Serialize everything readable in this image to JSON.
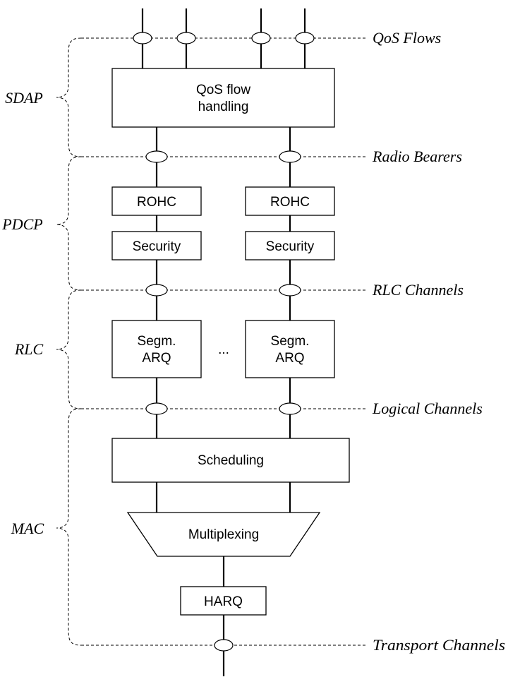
{
  "layers": {
    "sdap": "SDAP",
    "pdcp": "PDCP",
    "rlc": "RLC",
    "mac": "MAC"
  },
  "channels": {
    "qos_flows": "QoS Flows",
    "radio_bearers": "Radio Bearers",
    "rlc_channels": "RLC Channels",
    "logical_channels": "Logical Channels",
    "transport_channels": "Transport Channels"
  },
  "blocks": {
    "qos_flow_handling": [
      "QoS flow",
      "handling"
    ],
    "rohc": "ROHC",
    "security": "Security",
    "segm_arq": [
      "Segm.",
      "ARQ"
    ],
    "ellipsis": "...",
    "scheduling": "Scheduling",
    "multiplexing": "Multiplexing",
    "harq": "HARQ"
  }
}
